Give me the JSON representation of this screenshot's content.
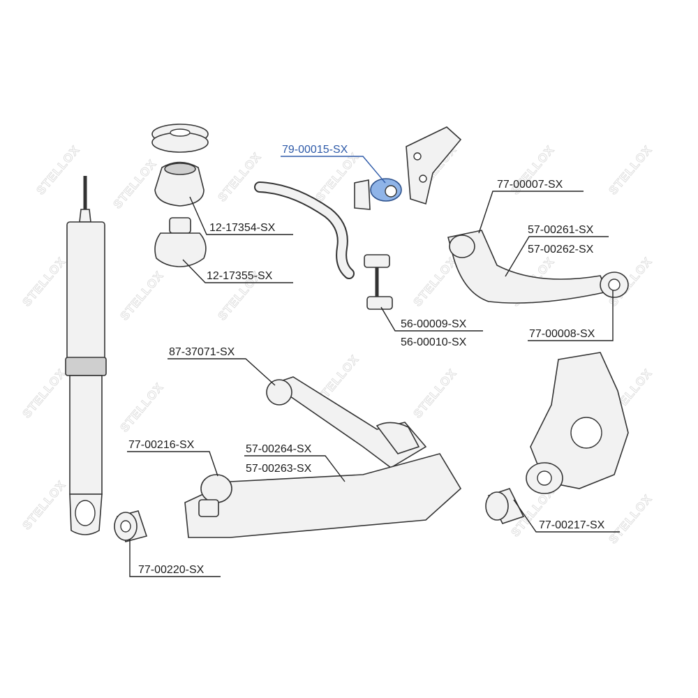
{
  "brand": {
    "watermark": "STELLOX"
  },
  "colors": {
    "highlight": "#2e5aa8",
    "line": "#222222",
    "part_fill": "#f2f2f2"
  },
  "labels": {
    "l79_00015": "79-00015-SX",
    "l12_17354": "12-17354-SX",
    "l12_17355": "12-17355-SX",
    "l77_00007": "77-00007-SX",
    "l57_00261": "57-00261-SX",
    "l57_00262": "57-00262-SX",
    "l56_00009": "56-00009-SX",
    "l56_00010": "56-00010-SX",
    "l77_00008": "77-00008-SX",
    "l87_37071": "87-37071-SX",
    "l77_00216": "77-00216-SX",
    "l57_00264": "57-00264-SX",
    "l57_00263": "57-00263-SX",
    "l77_00217": "77-00217-SX",
    "l77_00220": "77-00220-SX"
  }
}
